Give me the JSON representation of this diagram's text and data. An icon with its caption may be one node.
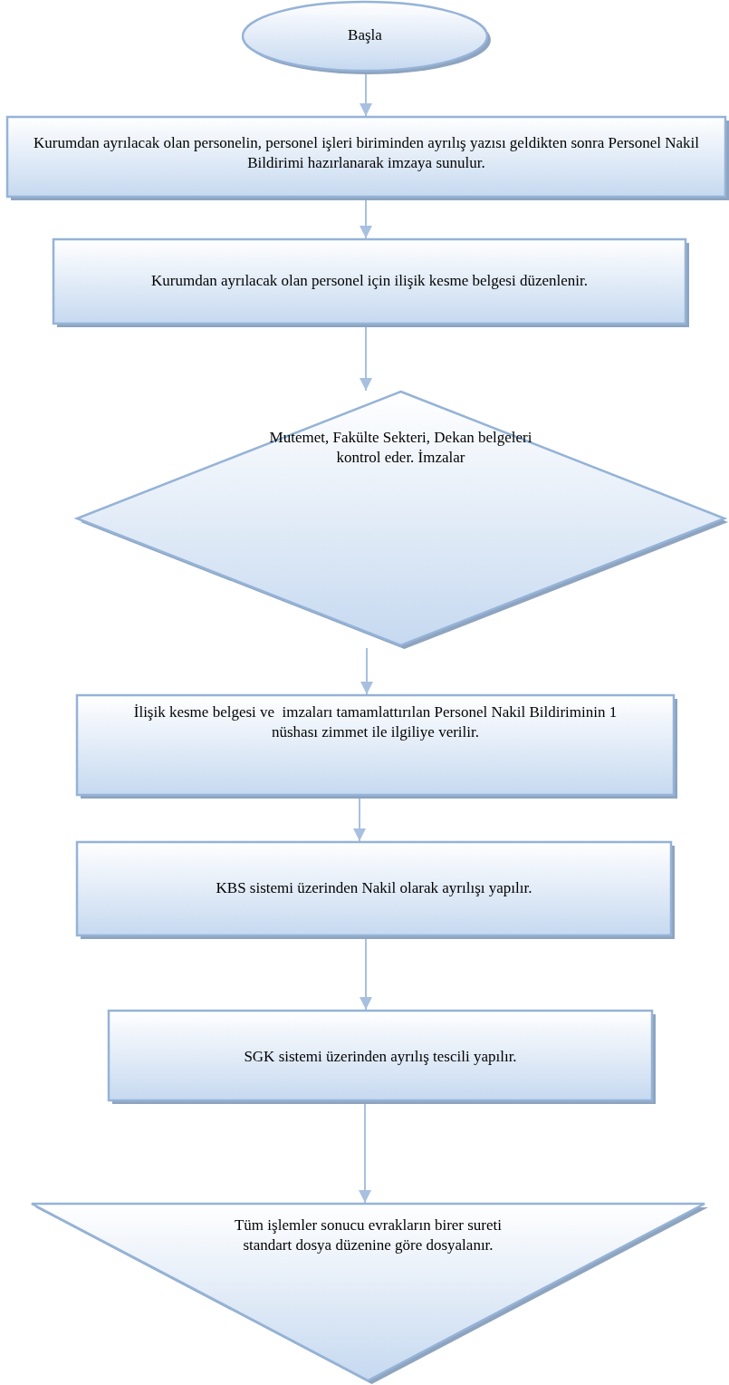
{
  "diagram": {
    "nodes": [
      {
        "text": [
          "Başla"
        ]
      },
      {
        "text": [
          "Kurumdan ayrılacak olan personelin, personel işleri biriminden ayrılış yazısı geldikten sonra Personel Nakil Bildirimi hazırlanarak imzaya sunulur."
        ]
      },
      {
        "text": [
          "Kurumdan ayrılacak olan personel için ilişik kesme belgesi düzenlenir."
        ]
      },
      {
        "text": [
          "Mutemet, Fakülte Sekteri, Dekan belgeleri kontrol eder. İmzalar"
        ]
      },
      {
        "text": [
          "İlişik kesme belgesi ve  imzaları tamamlattırılan Personel Nakil Bildiriminin 1 nüshası zimmet ile ilgiliye verilir."
        ]
      },
      {
        "text": [
          "KBS sistemi üzerinden Nakil olarak ayrılışı yapılır."
        ]
      },
      {
        "text": [
          "SGK sistemi üzerinden ayrılış tescili yapılır."
        ]
      },
      {
        "text": [
          "Tüm işlemler sonucu evrakların birer sureti standart dosya düzenine göre dosyalanır."
        ]
      }
    ],
    "edges": [
      {
        "from": 0,
        "to": 1,
        "arrow": "to"
      },
      {
        "from": 1,
        "to": 2,
        "arrow": "to"
      },
      {
        "from": 2,
        "to": 3,
        "arrow": "to"
      },
      {
        "from": 3,
        "to": 4,
        "arrow": "to"
      },
      {
        "from": 4,
        "to": 5,
        "arrow": "to"
      },
      {
        "from": 5,
        "to": 6,
        "arrow": "to"
      },
      {
        "from": 6,
        "to": 7,
        "arrow": "to"
      }
    ]
  }
}
